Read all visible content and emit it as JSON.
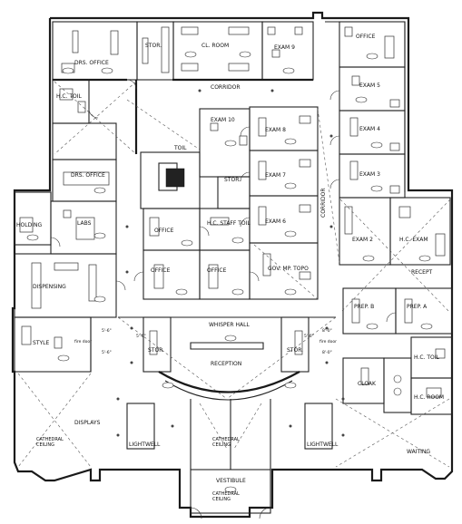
{
  "plan": {
    "rooms": {
      "drs_office_top": "DRS. OFFICE",
      "stor_top": "STOR.",
      "cl_room": "CL. ROOM",
      "exam_9": "EXAM 9",
      "office_top_right": "OFFICE",
      "hc_toil_left": "H.C. TOIL",
      "corridor_top": "CORRIDOR",
      "exam_10": "EXAM 10",
      "exam_5": "EXAM 5",
      "exam_4": "EXAM 4",
      "exam_3": "EXAM 3",
      "exam_8": "EXAM 8",
      "exam_7": "EXAM 7",
      "exam_6": "EXAM 6",
      "corridor_right": "CORRIDOR",
      "drs_office_left": "DRS. OFFICE",
      "toil_mid": "TOIL",
      "stor_mid": "STOR.",
      "holding": "HOLDING",
      "labs": "LABS",
      "office_mid_1": "OFFICE",
      "hc_staff_toil": "H.C. STAFF TOIL",
      "exam_2": "EXAM 2",
      "hc_exam": "H.C. EXAM",
      "office_mid_2": "OFFICE",
      "office_mid_3": "OFFICE",
      "gov_mp_topo": "GOV. MP. TOPO",
      "dispensing": "DISPENSING",
      "recept": "RECEPT",
      "prep_left": "PREP. B",
      "prep_right": "PREP. A",
      "whisper_hall": "WHISPER HALL",
      "style": "STYLE",
      "stor_left": "STOR.",
      "stor_right": "STOR.",
      "reception": "RECEPTION",
      "hc_toil_right": "H.C. TOIL",
      "cloak": "CLOAK",
      "h_c_room": "H.C. ROOM",
      "displays": "DISPLAYS",
      "cathedral_ceiling_left": "CATHEDRAL\nCEILING",
      "lightwell_left": "LIGHTWELL",
      "lightwell_right": "LIGHTWELL",
      "cathedral_ceiling_mid": "CATHEDRAL\nCEILING",
      "waiting": "WAITING",
      "vestibule": "VESTIBULE",
      "cathedral_ceiling_bottom": "CATHEDRAL\nCEILING"
    },
    "annotations": {
      "dim_1": "5'-6\"",
      "dim_2": "5'-6\"",
      "dim_3": "8'-0\"",
      "dim_4": "8'-0\"",
      "dim_5": "5'-6\"",
      "dim_6": "5'-6\"",
      "fire_door_left": "fire door",
      "fire_door_right": "fire door"
    }
  }
}
